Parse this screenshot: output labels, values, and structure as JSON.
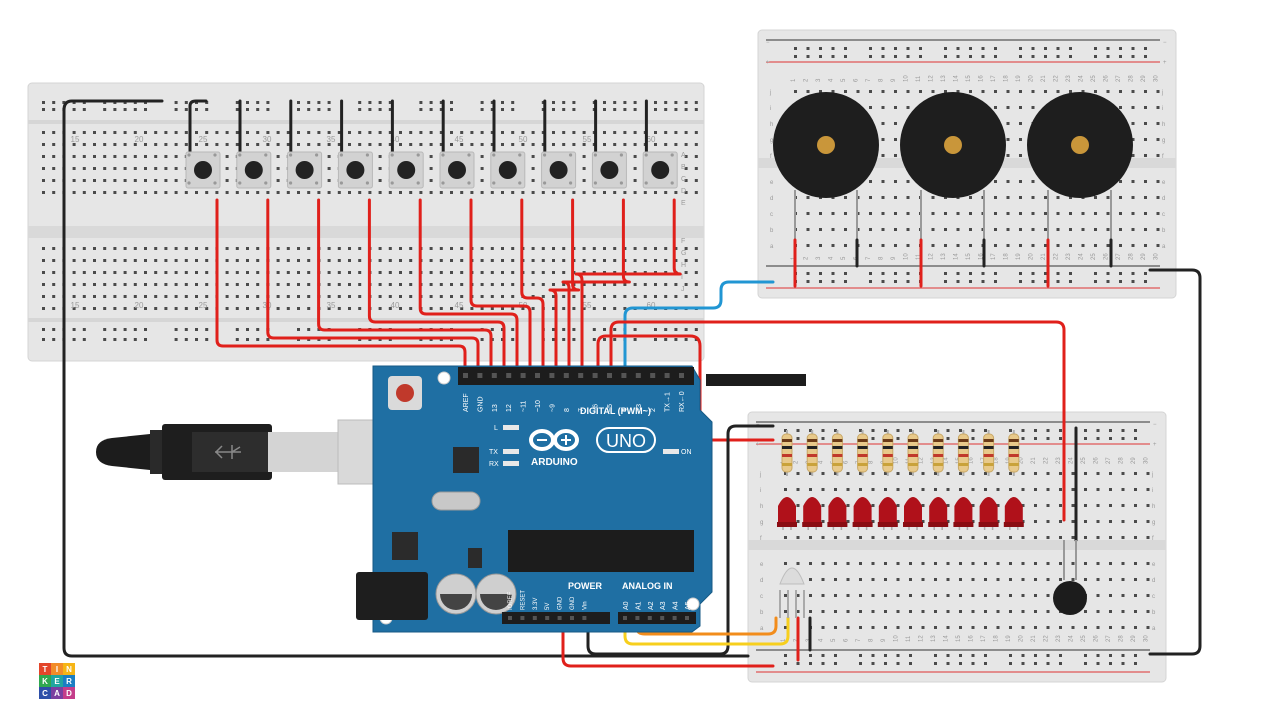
{
  "board": {
    "brand": "ARDUINO",
    "model": "UNO",
    "label_digital": "DIGITAL (PWM~)",
    "label_power": "POWER",
    "label_analog": "ANALOG IN",
    "label_on": "ON",
    "label_l": "L",
    "label_tx": "TX",
    "label_rx": "RX",
    "digital_pins": [
      "AREF",
      "GND",
      "13",
      "12",
      "~11",
      "~10",
      "~9",
      "8",
      "7",
      "~6",
      "~5",
      "4",
      "~3",
      "2",
      "TX→1",
      "RX←0"
    ],
    "power_pins": [
      "IOREF",
      "RESET",
      "3.3V",
      "5V",
      "GND",
      "GND",
      "Vin"
    ],
    "analog_pins": [
      "A0",
      "A1",
      "A2",
      "A3",
      "A4",
      "A5"
    ]
  },
  "breadboard_left": {
    "col_numbers_top": [
      "15",
      "20",
      "25",
      "30",
      "35",
      "40",
      "45",
      "50",
      "55",
      "60"
    ],
    "col_numbers_bottom": [
      "15",
      "20",
      "25",
      "30",
      "35",
      "40",
      "45",
      "50",
      "55",
      "60"
    ],
    "row_letters_top": [
      "A",
      "B",
      "C",
      "D",
      "E"
    ],
    "row_letters_bottom": [
      "F",
      "G",
      "H",
      "I",
      "J"
    ]
  },
  "breadboard_small": {
    "cols": [
      "1",
      "2",
      "3",
      "4",
      "5",
      "6",
      "7",
      "8",
      "9",
      "10",
      "11",
      "12",
      "13",
      "14",
      "15",
      "16",
      "17",
      "18",
      "19",
      "20",
      "21",
      "22",
      "23",
      "24",
      "25",
      "26",
      "27",
      "28",
      "29",
      "30"
    ],
    "rows_upper": [
      "j",
      "i",
      "h",
      "g",
      "f"
    ],
    "rows_lower": [
      "e",
      "d",
      "c",
      "b",
      "a"
    ]
  },
  "logo": {
    "letters": [
      "T",
      "I",
      "N",
      "K",
      "E",
      "R",
      "C",
      "A",
      "D"
    ],
    "colors": [
      "#e3452a",
      "#f28c28",
      "#f6b515",
      "#2fa84f",
      "#21a5a0",
      "#1b7ec2",
      "#2d4fa8",
      "#7a3fa0",
      "#c43d8a"
    ]
  },
  "colors": {
    "board_blue": "#1f6fa3",
    "wire_red": "#e0201b",
    "wire_black": "#222222",
    "wire_blue": "#2196d3",
    "wire_orange": "#f28c1b",
    "wire_yellow": "#f7cf1d",
    "led_red": "#b0111a",
    "breadboard": "#e8e8e8"
  }
}
